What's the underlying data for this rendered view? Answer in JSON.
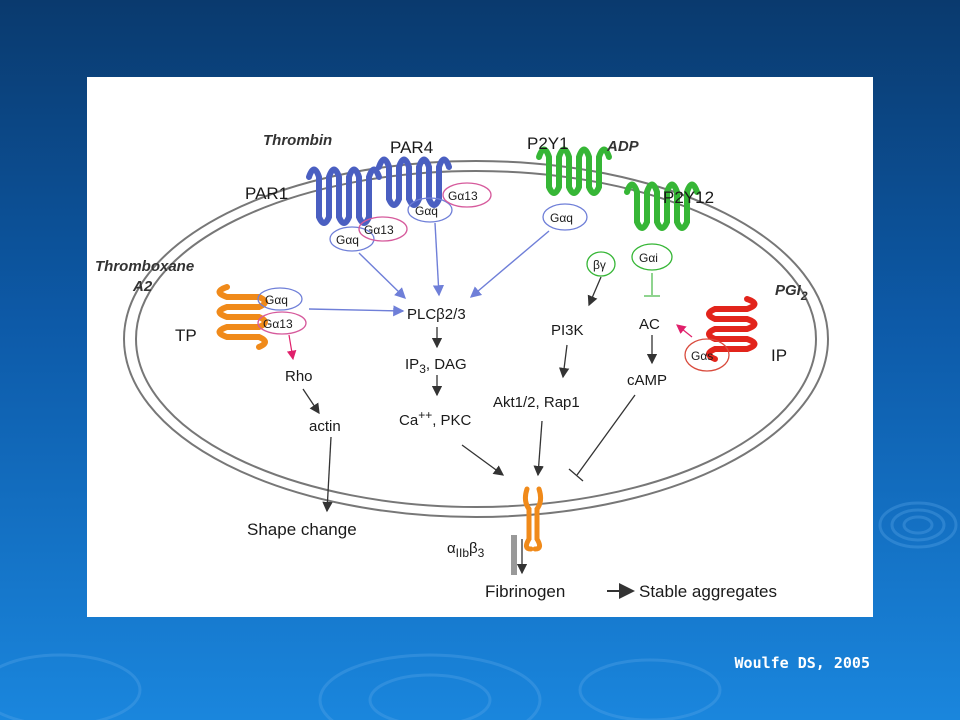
{
  "slide": {
    "citation": "Woulfe DS, 2005",
    "colors": {
      "receptor_blue": "#4a5fc1",
      "receptor_green": "#36b636",
      "receptor_orange": "#f08a1a",
      "receptor_red": "#e2241b",
      "arrow_blue": "#6f7fd8"
    }
  },
  "diagram": {
    "agonists": {
      "thrombin": "Thrombin",
      "adp": "ADP",
      "thromboxane": "Thromboxane",
      "thromboxane2": "A2",
      "pgi": "PGI",
      "pgi_sub": "2"
    },
    "receptors": {
      "par1": "PAR1",
      "par4": "PAR4",
      "p2y1": "P2Y1",
      "p2y12": "P2Y12",
      "tp": "TP",
      "ip": "IP"
    },
    "g_proteins": {
      "gaq": "Gαq",
      "ga13": "Gα13",
      "gai": "Gαi",
      "gas": "Gαs",
      "bg": "βγ"
    },
    "nodes": {
      "plc": "PLCβ2/3",
      "ip3_a": "IP",
      "ip3_sub": "3",
      "ip3_b": ", DAG",
      "ca_a": "Ca",
      "ca_sup": "++",
      "ca_b": ", PKC",
      "pi3k": "PI3K",
      "akt": "Akt1/2, Rap1",
      "ac": "AC",
      "camp": "cAMP",
      "rho": "Rho",
      "actin": "actin",
      "shape": "Shape change",
      "integrin_a": "α",
      "integrin_sub1": "IIb",
      "integrin_b": "β",
      "integrin_sub2": "3",
      "fibrinogen": "Fibrinogen",
      "aggregates": "Stable aggregates"
    }
  }
}
